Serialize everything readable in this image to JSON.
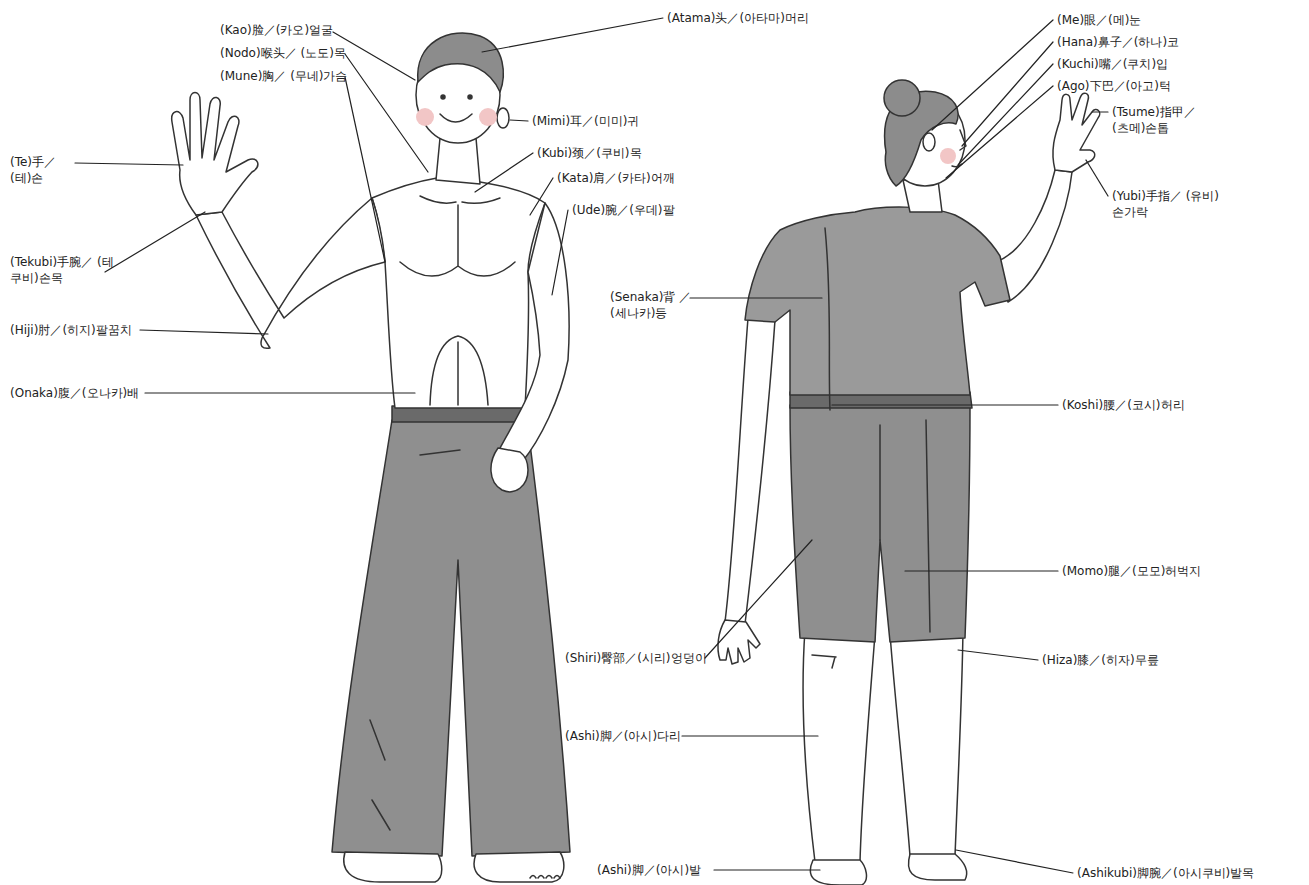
{
  "diagram": {
    "labels": [
      "(Kao)脸／(카오)얼굴",
      "(Nodo)喉头／ (노도)목",
      "(Mune)胸／ (무네)가슴",
      "(Atama)头／(아타마)머리",
      "(Mimi)耳／(미미)귀",
      "(Kubi)颈／(쿠비)목",
      "(Kata)肩／(카타)어깨",
      "(Ude)腕／(우데)팔",
      "(Te)手／ (테)손",
      "(Tekubi)手腕／ (테쿠비)손목",
      "(Hiji)肘／(히지)팔꿈치",
      "(Onaka)腹／(오나카)배",
      "(Me)眼／(메)눈",
      "(Hana)鼻子／(하나)코",
      "(Kuchi)嘴／(쿠치)입",
      "(Ago)下巴／(아고)턱",
      "(Tsume)指甲／ (츠메)손톱",
      "(Yubi)手指／ (유비)손가락",
      "(Senaka)背 ／(세나카)등",
      "(Koshi)腰／(코시)허리",
      "(Momo)腿／(모모)허벅지",
      "(Shiri)臀部／(시리)엉덩이",
      "(Hiza)膝／(히자)무릎",
      "(Ashi)脚／(아시)다리",
      "(Ashikubi)脚腕／(아시쿠비)발목",
      "(Ashi)脚／(아시)발"
    ]
  }
}
